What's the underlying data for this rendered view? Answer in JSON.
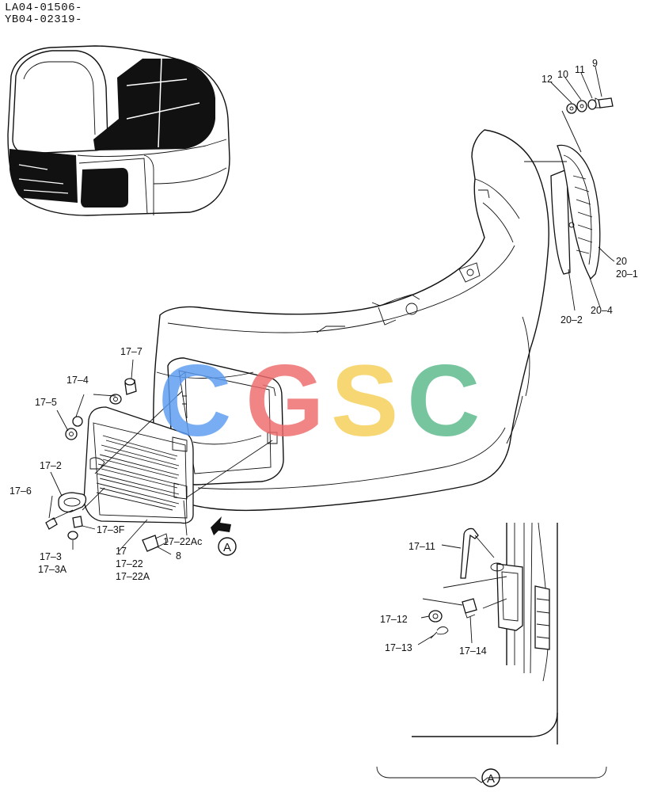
{
  "header": {
    "line1": "LA04-01506-",
    "line2": "YB04-02319-"
  },
  "watermark": {
    "letters": [
      "C",
      "G",
      "S",
      "C"
    ],
    "colors": [
      "#5b9cf2",
      "#ee6a6a",
      "#f5cf55",
      "#5ab98a"
    ]
  },
  "labels": {
    "p9": "9",
    "p10": "10",
    "p11": "11",
    "p12": "12",
    "p20": "20",
    "p20_1": "20–1",
    "p20_2": "20–2",
    "p20_4": "20–4",
    "p17_7": "17–7",
    "p17_4": "17–4",
    "p17_5": "17–5",
    "p17_2": "17–2",
    "p17_6": "17–6",
    "p17_3F": "17–3F",
    "p17_3": "17–3",
    "p17_3A": "17–3A",
    "p17": "17",
    "p17_22": "17–22",
    "p17_22A": "17–22A",
    "p8": "8",
    "p17_22Ac": "17–22Ac",
    "p17_11": "17–11",
    "p17_12": "17–12",
    "p17_13": "17–13",
    "p17_14": "17–14"
  },
  "view_marker": "A",
  "detail_marker": "A"
}
